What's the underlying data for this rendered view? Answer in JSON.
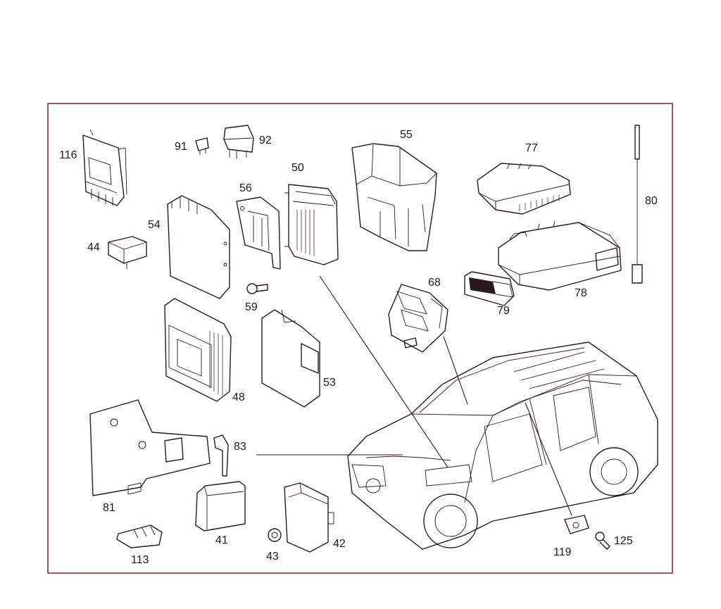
{
  "colors": {
    "frame": "#8a1c2c",
    "ink": "#2a1a1f",
    "background": "#ffffff"
  },
  "labels": {
    "p116": "116",
    "p91": "91",
    "p92": "92",
    "p50": "50",
    "p55": "55",
    "p77": "77",
    "p80": "80",
    "p56": "56",
    "p54": "54",
    "p44": "44",
    "p59": "59",
    "p68": "68",
    "p79": "79",
    "p78": "78",
    "p48": "48",
    "p53": "53",
    "p83": "83",
    "p81": "81",
    "p41": "41",
    "p42": "42",
    "p43": "43",
    "p113": "113",
    "p119": "119",
    "p125": "125"
  }
}
